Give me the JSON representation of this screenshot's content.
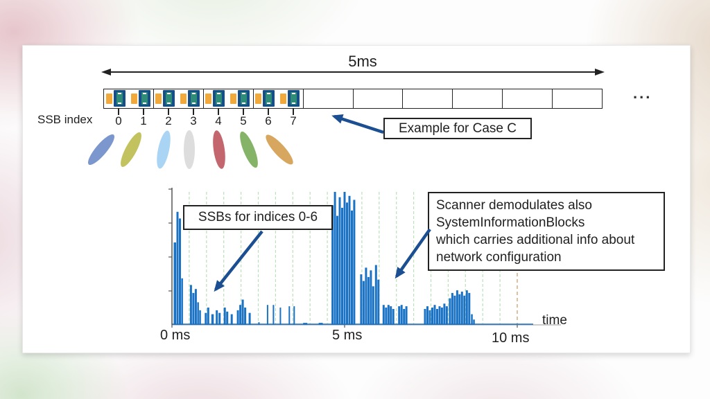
{
  "colors": {
    "arrow_blue": "#1b4f91",
    "signal_blue": "#1a72c4",
    "grid_green": "#b9e2b9",
    "grid_orange": "#cfa878",
    "axis_gray": "#9a9a9a",
    "axis_dark": "#555555",
    "ssb_navy": "#174e87",
    "ssb_teal": "#2e8c77",
    "ssb_orange": "#f2a93b"
  },
  "slide": {
    "top_diagram": {
      "duration_label": "5ms",
      "ssb_index_label": "SSB index",
      "ssb_indices": [
        "0",
        "1",
        "2",
        "3",
        "4",
        "5",
        "6",
        "7"
      ],
      "slots_ssb_count": [
        2,
        2,
        2,
        2,
        0,
        0,
        0,
        0,
        0,
        0
      ],
      "ellipsis": "...",
      "callout_case": "Example for Case C",
      "beams": [
        {
          "name": "beam-0",
          "color": "#7b97cd",
          "angle": 40
        },
        {
          "name": "beam-1",
          "color": "#c2c25e",
          "angle": 28
        },
        {
          "name": "beam-2",
          "color": "#a9d4f4",
          "angle": 12
        },
        {
          "name": "beam-3",
          "color": "#dddddd",
          "angle": 0
        },
        {
          "name": "beam-4",
          "color": "#c4666d",
          "angle": -8
        },
        {
          "name": "beam-5",
          "color": "#85b368",
          "angle": -22
        },
        {
          "name": "beam-6",
          "color": "#d7a75f",
          "angle": -42
        }
      ]
    },
    "plot": {
      "callout_ssbs": "SSBs for indices 0-6",
      "callout_scanner": "Scanner demodulates also\nSystemInformationBlocks\nwhich carries additional info about\nnetwork configuration",
      "x_ticks": [
        "0 ms",
        "5 ms",
        "10 ms"
      ],
      "x_axis_label": "time",
      "chart_data": {
        "type": "bar",
        "title": "",
        "xlabel": "time",
        "x_unit": "ms",
        "x_tick_positions_ms": [
          0,
          5,
          10
        ],
        "x_range_ms": [
          0,
          11.2
        ],
        "y_range": [
          0,
          1
        ],
        "grid_interval_ms": 0.5,
        "marker_line_ms": 10,
        "bars": [
          [
            0.05,
            0.07,
            0.62
          ],
          [
            0.13,
            0.06,
            0.85
          ],
          [
            0.2,
            0.06,
            0.8
          ],
          [
            0.27,
            0.05,
            0.35
          ],
          [
            0.52,
            0.06,
            0.3
          ],
          [
            0.59,
            0.06,
            0.24
          ],
          [
            0.66,
            0.06,
            0.27
          ],
          [
            0.73,
            0.05,
            0.17
          ],
          [
            0.79,
            0.05,
            0.11
          ],
          [
            0.95,
            0.06,
            0.09
          ],
          [
            1.02,
            0.06,
            0.13
          ],
          [
            1.14,
            0.07,
            0.08
          ],
          [
            1.27,
            0.06,
            0.11
          ],
          [
            1.35,
            0.06,
            0.09
          ],
          [
            1.5,
            0.06,
            0.13
          ],
          [
            1.57,
            0.06,
            0.1
          ],
          [
            1.7,
            0.06,
            0.08
          ],
          [
            1.88,
            0.06,
            0.11
          ],
          [
            1.95,
            0.06,
            0.15
          ],
          [
            2.02,
            0.06,
            0.19
          ],
          [
            2.09,
            0.06,
            0.13
          ],
          [
            2.22,
            0.06,
            0.09
          ],
          [
            2.5,
            0.04,
            0.02
          ],
          [
            2.75,
            0.04,
            0.15
          ],
          [
            2.92,
            0.04,
            0.15
          ],
          [
            3.12,
            0.04,
            0.13
          ],
          [
            3.38,
            0.04,
            0.14
          ],
          [
            3.52,
            0.04,
            0.14
          ],
          [
            3.8,
            0.12,
            0.015
          ],
          [
            4.25,
            0.12,
            0.015
          ],
          [
            4.62,
            0.06,
            0.9
          ],
          [
            4.69,
            0.06,
            1.0
          ],
          [
            4.76,
            0.06,
            0.82
          ],
          [
            4.83,
            0.06,
            0.96
          ],
          [
            4.9,
            0.06,
            0.88
          ],
          [
            4.97,
            0.06,
            1.0
          ],
          [
            5.04,
            0.06,
            0.92
          ],
          [
            5.11,
            0.06,
            0.97
          ],
          [
            5.18,
            0.06,
            0.86
          ],
          [
            5.25,
            0.06,
            0.94
          ],
          [
            5.45,
            0.06,
            0.38
          ],
          [
            5.52,
            0.06,
            0.33
          ],
          [
            5.59,
            0.06,
            0.43
          ],
          [
            5.66,
            0.06,
            0.36
          ],
          [
            5.73,
            0.06,
            0.41
          ],
          [
            5.8,
            0.06,
            0.29
          ],
          [
            5.88,
            0.06,
            0.45
          ],
          [
            5.95,
            0.06,
            0.34
          ],
          [
            6.1,
            0.06,
            0.15
          ],
          [
            6.17,
            0.06,
            0.13
          ],
          [
            6.24,
            0.06,
            0.15
          ],
          [
            6.31,
            0.06,
            0.14
          ],
          [
            6.38,
            0.06,
            0.12
          ],
          [
            6.55,
            0.06,
            0.14
          ],
          [
            6.62,
            0.06,
            0.15
          ],
          [
            6.69,
            0.06,
            0.12
          ],
          [
            6.76,
            0.06,
            0.14
          ],
          [
            7.3,
            0.06,
            0.12
          ],
          [
            7.37,
            0.06,
            0.14
          ],
          [
            7.44,
            0.06,
            0.11
          ],
          [
            7.51,
            0.06,
            0.13
          ],
          [
            7.58,
            0.06,
            0.15
          ],
          [
            7.65,
            0.06,
            0.12
          ],
          [
            7.72,
            0.06,
            0.14
          ],
          [
            7.79,
            0.06,
            0.13
          ],
          [
            7.86,
            0.06,
            0.16
          ],
          [
            7.93,
            0.06,
            0.14
          ],
          [
            8.02,
            0.06,
            0.2
          ],
          [
            8.09,
            0.06,
            0.24
          ],
          [
            8.16,
            0.06,
            0.22
          ],
          [
            8.23,
            0.06,
            0.26
          ],
          [
            8.3,
            0.06,
            0.23
          ],
          [
            8.37,
            0.06,
            0.25
          ],
          [
            8.44,
            0.06,
            0.22
          ],
          [
            8.51,
            0.06,
            0.26
          ],
          [
            8.58,
            0.06,
            0.24
          ],
          [
            8.66,
            0.05,
            0.08
          ],
          [
            8.72,
            0.05,
            0.04
          ]
        ]
      }
    }
  }
}
